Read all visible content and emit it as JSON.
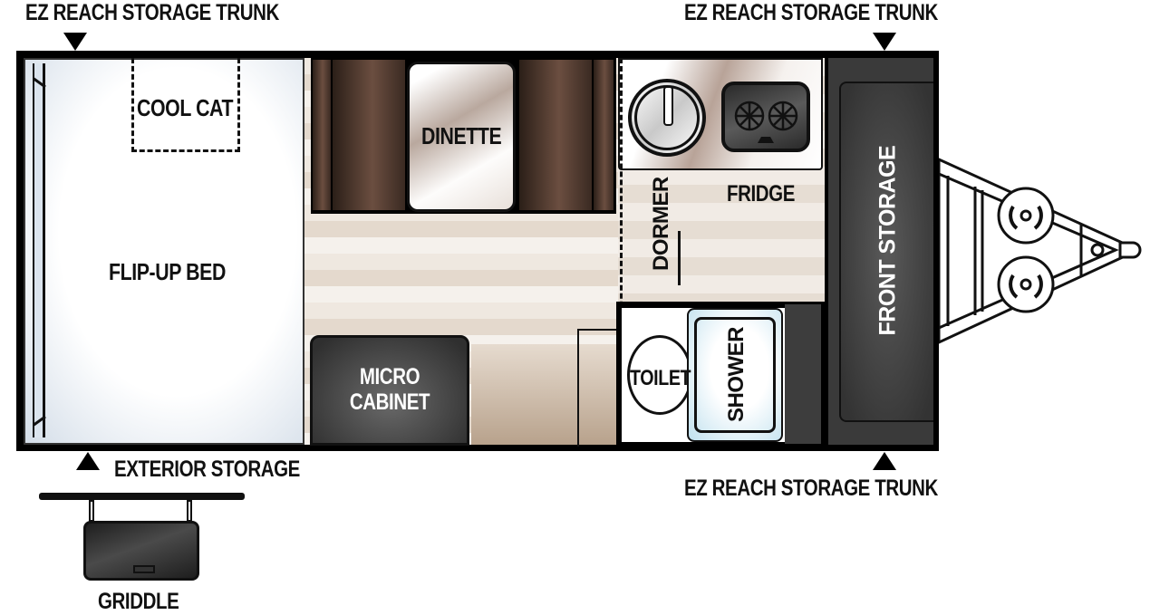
{
  "floorplan": {
    "labels": {
      "ez_trunk_top_left": "EZ REACH STORAGE TRUNK",
      "ez_trunk_top_right": "EZ REACH STORAGE TRUNK",
      "ez_trunk_bottom_right": "EZ REACH STORAGE TRUNK",
      "exterior_storage": "EXTERIOR  STORAGE",
      "griddle": "GRIDDLE",
      "cool_cat": "COOL CAT",
      "flip_up_bed": "FLIP-UP BED",
      "dinette": "DINETTE",
      "micro_line1": "MICRO",
      "micro_line2": "CABINET",
      "fridge": "FRIDGE",
      "dormer": "DORMER",
      "toilet": "TOILET",
      "shower": "SHOWER",
      "front_storage": "FRONT STORAGE"
    },
    "colors": {
      "wall": "#000000",
      "bed_fill": "#dbe4ee",
      "dinette_bench": "#6b4e40",
      "cabinet_dark": "#3a3a3a",
      "shower_tint": "#bfe0ee",
      "floor": "#efe8e0"
    },
    "icons": [
      "sink-icon",
      "stove-icon",
      "toilet-icon",
      "shower-icon",
      "hitch-icon",
      "propane-tank-icon",
      "arrow-marker-icon"
    ]
  }
}
